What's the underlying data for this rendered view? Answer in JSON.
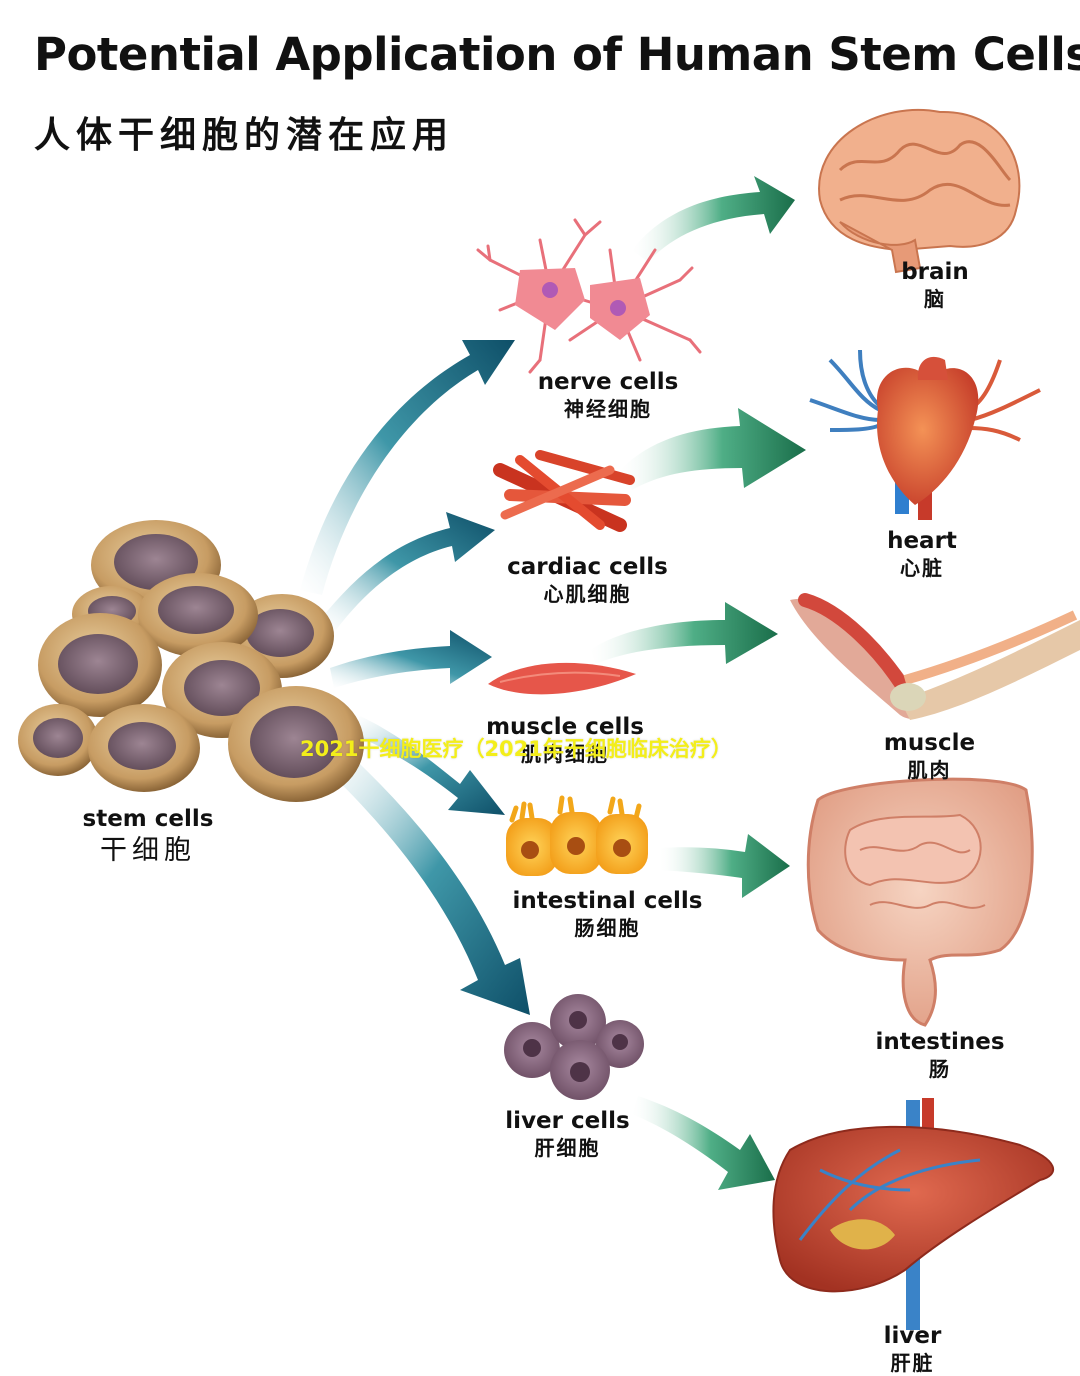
{
  "title": {
    "en": "Potential Application of Human Stem Cells",
    "cn": "人体干细胞的潜在应用"
  },
  "stem_cells": {
    "en": "stem cells",
    "cn": "干细胞"
  },
  "cells": [
    {
      "id": "nerve",
      "en": "nerve cells",
      "cn": "神经细胞"
    },
    {
      "id": "cardiac",
      "en": "cardiac cells",
      "cn": "心肌细胞"
    },
    {
      "id": "muscle",
      "en": "muscle cells",
      "cn": "肌肉细胞"
    },
    {
      "id": "intestinal",
      "en": "intestinal cells",
      "cn": "肠细胞"
    },
    {
      "id": "liver",
      "en": "liver cells",
      "cn": "肝细胞"
    }
  ],
  "organs": [
    {
      "id": "brain",
      "en": "brain",
      "cn": "脑"
    },
    {
      "id": "heart",
      "en": "heart",
      "cn": "心脏"
    },
    {
      "id": "muscle",
      "en": "muscle",
      "cn": "肌肉"
    },
    {
      "id": "intestines",
      "en": "intestines",
      "cn": "肠"
    },
    {
      "id": "liver",
      "en": "liver",
      "cn": "肝脏"
    }
  ],
  "watermark": "2021干细胞医疗（2021年干细胞临床治疗）",
  "colors": {
    "arrow_teal_dark": "#0e4f68",
    "arrow_green": "#1f7a52",
    "cell_tan": "#c79c63",
    "nucleus": "#7a5f6e"
  }
}
